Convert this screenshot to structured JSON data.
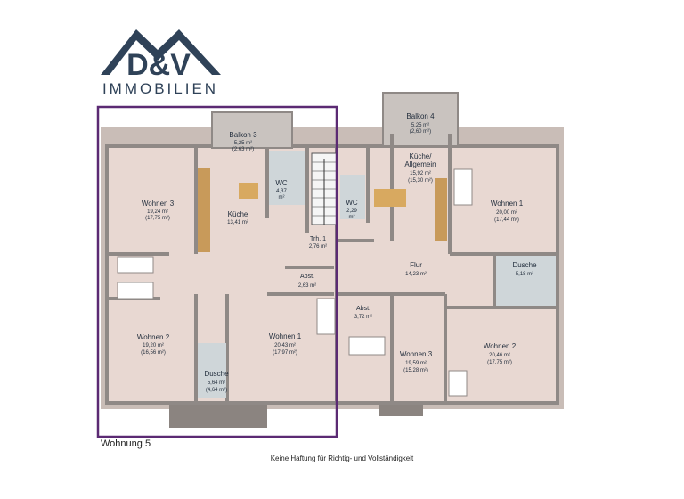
{
  "logo": {
    "mark": "D&V",
    "subtitle": "IMMOBILIEN",
    "color": "#2f4258"
  },
  "colors": {
    "floor": "#e8d8d2",
    "wall": "#8f8986",
    "roof_edge": "#b8aba6",
    "highlight": "#5b2a73",
    "wet_room": "#cfd6d9",
    "stairs": "#f2f2f2"
  },
  "rooms": {
    "balkon3": {
      "name": "Balkon 3",
      "area": "5,25 m²",
      "area2": "(2,63 m²)"
    },
    "wohnen3_left": {
      "name": "Wohnen 3",
      "area": "19,24 m²",
      "area2": "(17,75 m²)"
    },
    "kueche_left": {
      "name": "Küche",
      "area": "13,41 m²"
    },
    "wc_left": {
      "name": "WC",
      "area": "4,37",
      "area_unit": "m²"
    },
    "treppenhaus": {
      "name": "Trh. 1",
      "area": "2,76 m²"
    },
    "abst_left": {
      "name": "Abst.",
      "area": "2,63 m²"
    },
    "wohnen2_left": {
      "name": "Wohnen 2",
      "area": "19,20 m²",
      "area2": "(16,56 m²)"
    },
    "dusche_left": {
      "name": "Dusche",
      "area": "5,64 m²",
      "area2": "(4,64 m²)"
    },
    "wohnen1_left": {
      "name": "Wohnen 1",
      "area": "20,43 m²",
      "area2": "(17,97 m²)"
    },
    "balkon4": {
      "name": "Balkon 4",
      "area": "5,25 m²",
      "area2": "(2,60 m²)"
    },
    "kueche_right": {
      "name": "Küche/",
      "name2": "Allgemein",
      "area": "15,92 m²",
      "area2": "(15,30 m²)"
    },
    "wc_right": {
      "name": "WC",
      "area": "2,29",
      "area_unit": "m²"
    },
    "wohnen1_right": {
      "name": "Wohnen 1",
      "area": "20,00 m²",
      "area2": "(17,44 m²)"
    },
    "flur": {
      "name": "Flur",
      "area": "14,23 m²"
    },
    "dusche_right": {
      "name": "Dusche",
      "area": "5,18 m²"
    },
    "abst_right": {
      "name": "Abst.",
      "area": "3,72 m²"
    },
    "wohnen3_right": {
      "name": "Wohnen 3",
      "area": "19,59 m²",
      "area2": "(15,28 m²)"
    },
    "wohnen2_right": {
      "name": "Wohnen 2",
      "area": "20,46 m²",
      "area2": "(17,75 m²)"
    }
  },
  "unit_label": "Wohnung 5",
  "disclaimer": "Keine Haftung für Richtig- und Vollständigkeit"
}
